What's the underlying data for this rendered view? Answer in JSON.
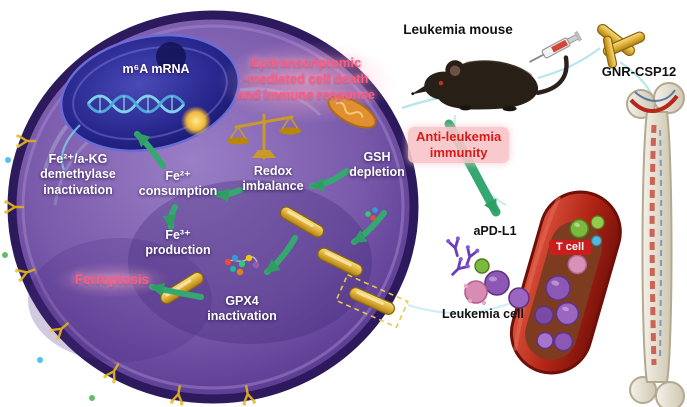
{
  "figure": {
    "type": "graphical-abstract"
  },
  "cell": {
    "m6a_mrna": "m⁶A mRNA",
    "epitranscriptomic": [
      "Epitranscriptomic",
      "-mediated cell death",
      "and immune response"
    ],
    "gsh_depletion": [
      "GSH",
      "depletion"
    ],
    "redox_imbalance": [
      "Redox",
      "imbalance"
    ],
    "fe2_consumption": [
      "Fe²⁺",
      "consumption"
    ],
    "fe_akg_demethylase": [
      "Fe²⁺/a-KG",
      "demethylase",
      "inactivation"
    ],
    "fe3_production": [
      "Fe³⁺",
      "production"
    ],
    "ferroptosis": "Ferroptosis",
    "gpx4_inactivation": [
      "GPX4",
      "inactivation"
    ]
  },
  "right_panel": {
    "leukemia_mouse": "Leukemia mouse",
    "gnr_csp12": "GNR-CSP12",
    "anti_leukemia_immunity": [
      "Anti-leukemia",
      "immunity"
    ],
    "apd_l1": "aPD-L1",
    "t_cell": "T cell",
    "leukemia_cell": "Leukemia cell"
  },
  "icons": {
    "mouse-icon": "black leukemia mouse silhouette",
    "syringe-icon": "injection syringe with red liquid",
    "gnr-rods-icon": "crossed gold nanorods",
    "gold-nanorod-icon": "gold nanorod capsule",
    "balance-scale-icon": "gold balance scale",
    "mitochondrion-icon": "orange mitochondrion",
    "bone-icon": "femur bone with marrow",
    "blood-vessel-icon": "red blood vessel with cells",
    "antibody-icon": "purple Y-shaped aPD-L1 antibody",
    "membrane-receptor-icon": "gold membrane receptor",
    "dna-helix-icon": "light blue mRNA helix",
    "green-arrow-icon": "curved green arrow"
  },
  "colors": {
    "cell_purple": "#7a5aab",
    "membrane_dark": "#2c1a5c",
    "nucleus_blue": "#22228a",
    "accent_pink": "#ff5b86",
    "arrow_green": "#35a871",
    "gold": "#d9a821",
    "vessel_red": "#a61e12",
    "highlight_red": "#d81a1a",
    "t_cell_badge_red": "#c81e1e"
  }
}
